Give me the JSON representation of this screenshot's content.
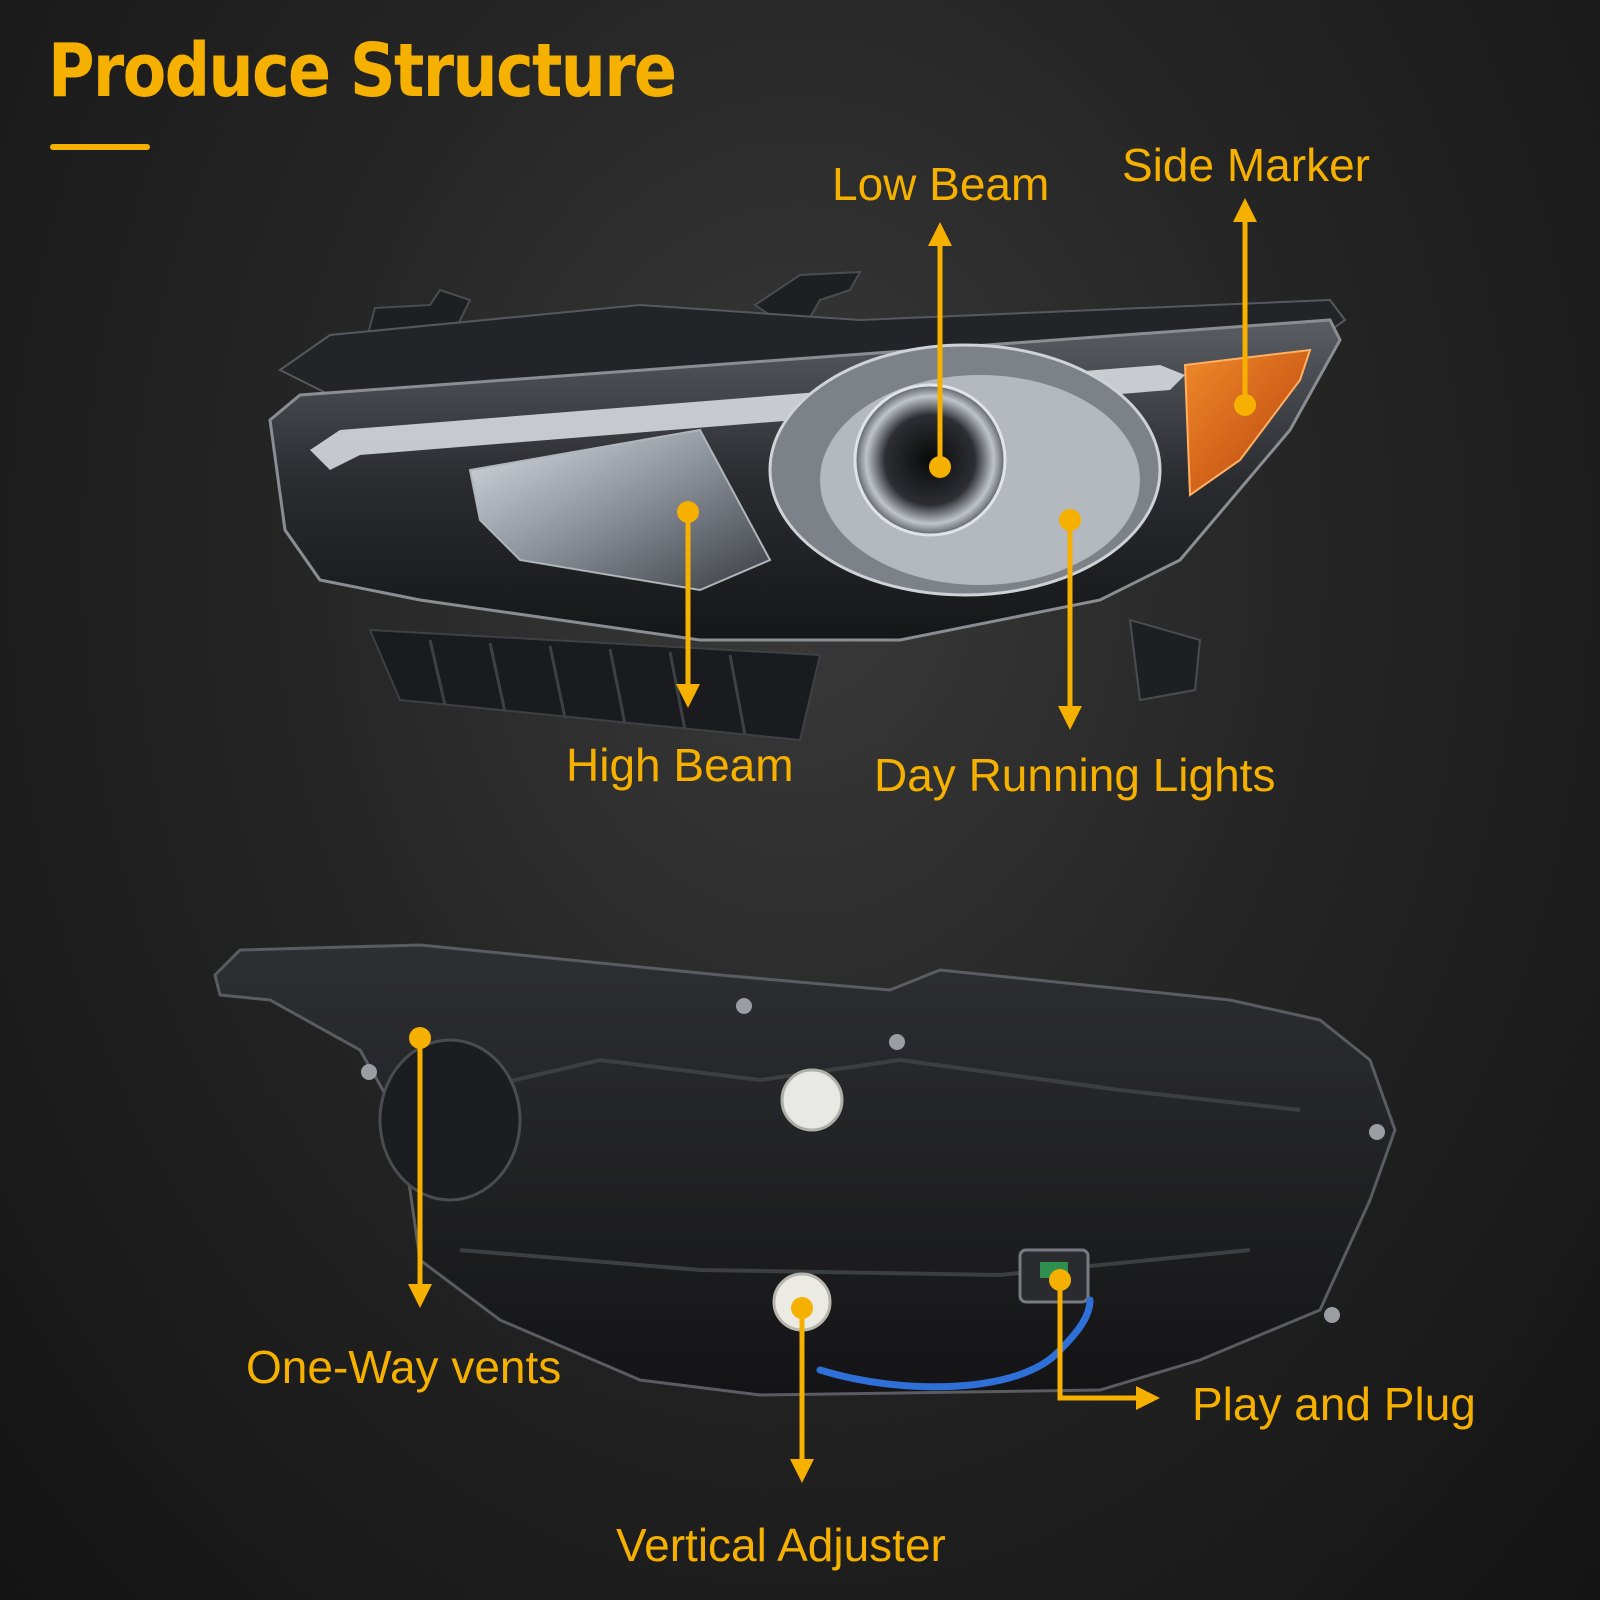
{
  "header": {
    "title": "Produce Structure"
  },
  "colors": {
    "accent": "#f5b000",
    "background": "#222222",
    "housing": "#1c1c1e",
    "amber_marker": "#e8731a",
    "wire": "#2f6fd8"
  },
  "front_view": {
    "callouts": {
      "low_beam": "Low Beam",
      "side_marker": "Side Marker",
      "high_beam": "High Beam",
      "drl": "Day Running Lights"
    }
  },
  "back_view": {
    "callouts": {
      "vents": "One-Way vents",
      "plug": "Play and Plug",
      "adjuster": "Vertical Adjuster"
    }
  }
}
